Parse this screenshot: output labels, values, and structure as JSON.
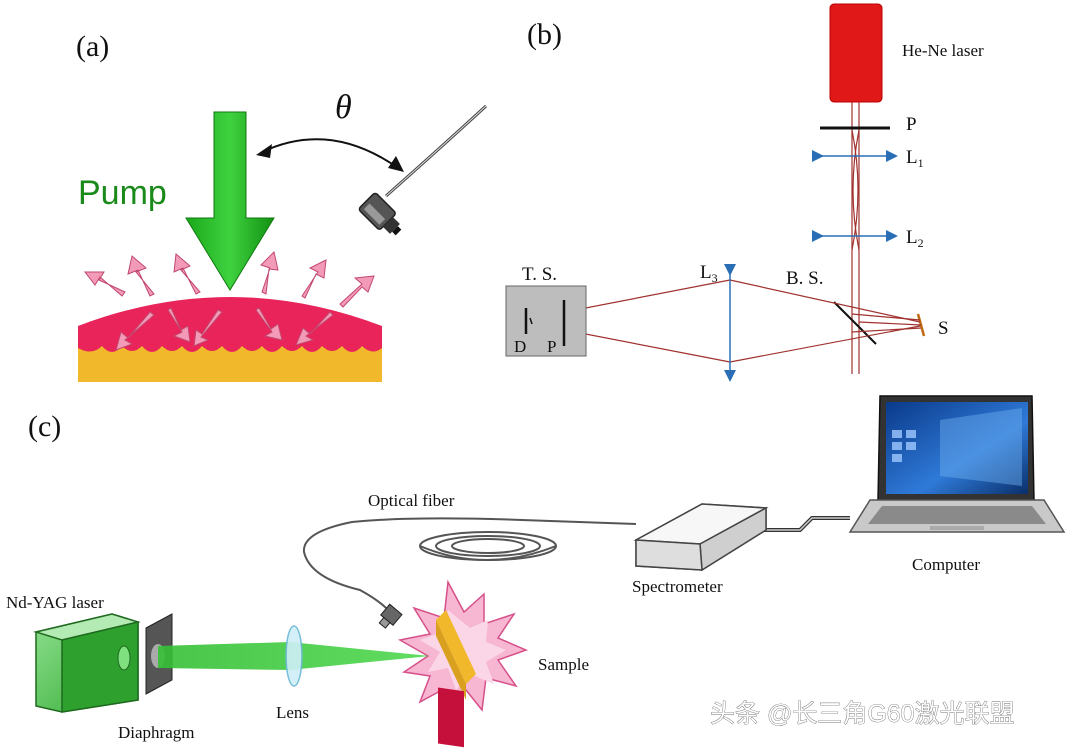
{
  "panels": {
    "a": {
      "label": "(a)",
      "pump": "Pump",
      "angle": "θ"
    },
    "b": {
      "label": "(b)",
      "laser": "He-Ne laser",
      "polarizer": "P",
      "lens1_main": "L",
      "lens1_sub": "1",
      "lens2_main": "L",
      "lens2_sub": "2",
      "lens3_main": "L",
      "lens3_sub": "3",
      "beam_splitter": "B. S.",
      "sample": "S",
      "test_system": "T. S.",
      "detector": "D",
      "pinhole": "P"
    },
    "c": {
      "label": "(c)",
      "optical_fiber": "Optical fiber",
      "spectrometer": "Spectrometer",
      "computer": "Computer",
      "laser": "Nd-YAG laser",
      "diaphragm": "Diaphragm",
      "lens": "Lens",
      "sample": "Sample"
    }
  },
  "watermark": "头条 @长三角G60激光联盟",
  "colors": {
    "pump_green": "#1aa81a",
    "laser_red": "#e01818",
    "substrate": "#f0b82a",
    "film": "#e8245a",
    "emission_arrow": "#f29ab8",
    "beam_line": "#a0322e",
    "optic_blue": "#2a6fb5"
  }
}
